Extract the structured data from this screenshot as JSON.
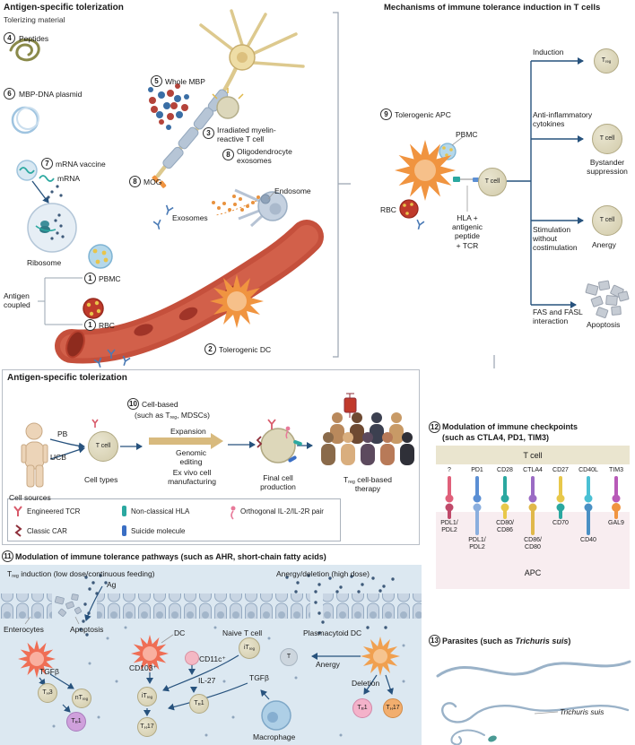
{
  "colors": {
    "accent_navy": "#27527d",
    "dc_orange": "#f09440",
    "gut_bg": "#dce8f1",
    "tcell_band": "#eae5cf",
    "apc_band": "#f8edf0",
    "vessel_red": "#c5503c"
  },
  "top_left": {
    "title": "Antigen-specific tolerization",
    "tolerizing_material": "Tolerizing material",
    "n4": "4",
    "peptides": "Peptides",
    "n6": "6",
    "plasmid": "MBP-DNA plasmid",
    "n7": "7",
    "mrna_vaccine": "mRNA vaccine",
    "mrna": "mRNA",
    "ribosome": "Ribosome",
    "n5": "5",
    "whole_mbp": "Whole MBP",
    "n3": "3",
    "irradiated": "Irradiated myelin-\nreactive T cell",
    "n8a": "8",
    "oligo": "Oligodendrocyte\nexosomes",
    "n8b": "8",
    "mog": "MOG",
    "endosome": "Endosome",
    "exosomes": "Exosomes",
    "n1a": "1",
    "pbmc": "PBMC",
    "antigen_coupled": "Antigen\ncoupled",
    "n1b": "1",
    "rbc": "RBC",
    "n2": "2",
    "tolerogenic_dc": "Tolerogenic DC"
  },
  "top_right": {
    "title": "Mechanisms of immune tolerance induction in T cells",
    "n9": "9",
    "apc": "Tolerogenic APC",
    "pbmc": "PBMC",
    "rbc": "RBC",
    "hla": "HLA +\nantigenic\npeptide\n+ TCR",
    "tcell": "T cell",
    "b1": "Induction",
    "b1_cell_base": "T",
    "b1_cell_sub": "reg",
    "b2": "Anti-inflammatory\ncytokines",
    "b2_cell": "T cell",
    "b2_outcome": "Bystander\nsuppression",
    "b3": "Stimulation\nwithout\ncostimulation",
    "b3_cell": "T cell",
    "b3_outcome": "Anergy",
    "b4": "FAS and FASL\ninteraction",
    "b4_outcome": "Apoptosis"
  },
  "middle": {
    "title": "Antigen-specific tolerization",
    "pb": "PB",
    "ucb": "UCB",
    "tcell": "T cell",
    "n10": "10",
    "cb1": "Cell-based",
    "cb2_pre": "(such as T",
    "cb2_sub": "reg",
    "cb2_post": ", MDSCs)",
    "expansion": "Expansion",
    "genomic": "Genomic\nediting",
    "cell_sources": "Cell sources",
    "cell_types": "Cell types",
    "ex_vivo": "Ex vivo cell\nmanufacturing",
    "final": "Final cell\nproduction",
    "therapy_pre": "T",
    "therapy_sub": "reg",
    "therapy_post": " cell-based\ntherapy",
    "leg_tcr": "Engineered TCR",
    "leg_hla": "Non-classical HLA",
    "leg_orth": "Orthogonal IL-2/IL-2R pair",
    "leg_car": "Classic CAR",
    "leg_suicide": "Suicide molecule"
  },
  "checkpoints": {
    "n12": "12",
    "title": "Modulation of immune checkpoints",
    "subtitle": "(such as CTLA4, PD1, TIM3)",
    "tcell": "T cell",
    "apc": "APC",
    "r0": "?",
    "r1": "PD1",
    "r2": "CD28",
    "r3": "CTLA4",
    "r4": "CD27",
    "r5": "CD40L",
    "r6": "TIM3",
    "l0": "PDL1/\nPDL2",
    "l1": "PDL1/\nPDL2",
    "l2": "CD80/\nCD86",
    "l3": "CD86/\nCD80",
    "l4": "CD70",
    "l5": "CD40",
    "l6": "GAL9"
  },
  "gut": {
    "n11": "11",
    "title": "Modulation of immune tolerance pathways (such as AHR, short-chain fatty acids)",
    "left_pre": "T",
    "left_sub": "reg",
    "left_post": " induction (low dose/continuous feeding)",
    "right_head": "Anergy/deletion (high dose)",
    "ag": "Ag",
    "enterocytes": "Enterocytes",
    "apoptosis": "Apoptosis",
    "tgfb_left": "TGFβ",
    "dc": "DC",
    "cd103": "CD103⁺",
    "cd11c": "CD11c⁺",
    "il27": "IL-27",
    "naive": "Naive T cell",
    "pdc": "Plasmacytoid DC",
    "anergy": "Anergy",
    "tgfb_mid": "TGFβ",
    "deletion": "Deletion",
    "macrophage": "Macrophage",
    "th3_b": "T",
    "th3_s": "H",
    "th3_p": "3",
    "ntreg_b": "nT",
    "ntreg_s": "reg",
    "tr1a_b": "T",
    "tr1a_s": "R",
    "tr1a_p": "1",
    "itreg_b": "iT",
    "itreg_s": "reg",
    "th17a_b": "T",
    "th17a_s": "H",
    "th17a_p": "17",
    "tr1b_b": "T",
    "tr1b_s": "R",
    "tr1b_p": "1",
    "naive_b": "iT",
    "naive_s": "reg",
    "t": "T",
    "tr1c_b": "T",
    "tr1c_s": "R",
    "tr1c_p": "1",
    "th17b_b": "T",
    "th17b_s": "H",
    "th17b_p": "17"
  },
  "parasites": {
    "n13": "13",
    "pre": "Parasites (such as ",
    "italic": "Trichuris suis",
    "post": ")",
    "caption": "Trichuris suis"
  }
}
